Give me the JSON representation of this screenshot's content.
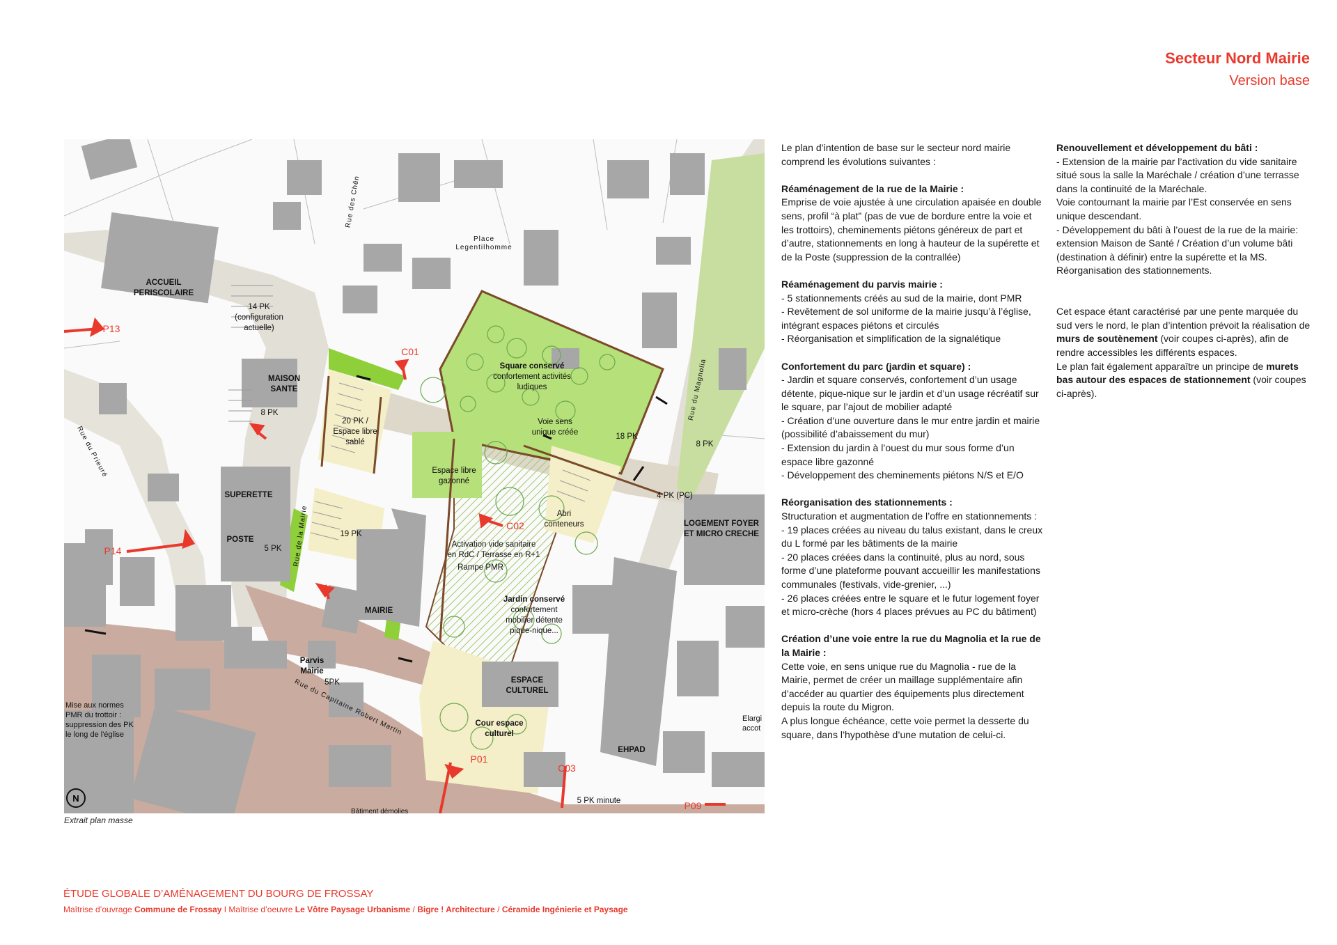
{
  "header": {
    "title": "Secteur Nord Mairie",
    "subtitle": "Version base"
  },
  "map": {
    "caption": "Extrait plan masse",
    "labels": {
      "accueil1": "ACCUEIL",
      "accueil2": "PERISCOLAIRE",
      "pk14": "14 PK",
      "pk14b": "(configuration",
      "pk14c": "actuelle)",
      "maison1": "MAISON",
      "maison2": "SANTE",
      "pk8a": "8 PK",
      "pk8b": "8 PK",
      "superette": "SUPERETTE",
      "poste": "POSTE",
      "pk5": "5 PK",
      "pk20a": "20 PK /",
      "pk20b": "Espace libre",
      "pk20c": "sablé",
      "pk19": "19 PK",
      "pk18": "18 PK",
      "square1": "Square conservé",
      "square2": "confortement activités",
      "square3": "ludiques",
      "voie1": "Voie sens",
      "voie2": "unique créée",
      "gazon1": "Espace libre",
      "gazon2": "gazonné",
      "abri1": "Abri",
      "abri2": "conteneurs",
      "activ1": "Activation vide sanitaire",
      "activ2": "en RdC / Terrasse en R+1",
      "rampe": "Rampe PMR",
      "jardin1": "Jardin conservé",
      "jardin2": "confortement",
      "jardin3": "mobilier détente",
      "jardin4": "pique-nique...",
      "mairie": "MAIRIE",
      "parvis1": "Parvis",
      "parvis2": "Mairie",
      "pk5b": "5PK",
      "espace1": "ESPACE",
      "espace2": "CULTUREL",
      "cour1": "Cour espace",
      "cour2": "culturel",
      "ehpad": "EHPAD",
      "logement1": "LOGEMENT FOYER",
      "logement2": "ET MICRO CRECHE",
      "pk4": "4 PK (PC)",
      "pk5min": "5 PK minute",
      "place1": "Place",
      "place2": "Legentilhomme",
      "rue_chen": "Rue des Chên",
      "rue_magnolia": "Rue du Magnolia",
      "rue_prieure": "Rue du Prieuré",
      "rue_mairie": "Rue de la Mairie",
      "rue_capitaine": "Rue du Capitaine Robert Martin",
      "mise1": "Mise aux normes",
      "mise2": "PMR du trottoir :",
      "mise3": "suppression des PK",
      "mise4": "le long de l'église",
      "elarg1": "Elargi",
      "elarg2": "accot",
      "bat": "Bâtiment démolies",
      "c01": "C01",
      "c02": "C02",
      "c03": "C03",
      "p01": "P01",
      "p13": "P13",
      "p14": "P14",
      "p09": "P09",
      "north": "N"
    }
  },
  "text": {
    "col1": [
      {
        "parts": [
          {
            "t": "Le plan d’intention de base sur le secteur nord mairie comprend les évolutions suivantes :"
          }
        ]
      },
      {
        "parts": [
          {
            "b": "Réaménagement de la rue de la Mairie :"
          },
          {
            "br": true
          },
          {
            "t": "Emprise de voie ajustée à une circulation apaisée en double sens, profil “à plat” (pas de vue de bordure entre la voie et les trottoirs), cheminements piétons généreux de part et d’autre, stationnements en long à hauteur de la supérette et de la Poste (suppression de la contrallée)"
          }
        ]
      },
      {
        "parts": [
          {
            "b": "Réaménagement du parvis mairie :"
          },
          {
            "br": true
          },
          {
            "t": "- 5 stationnements créés au sud de la mairie, dont PMR"
          },
          {
            "br": true
          },
          {
            "t": "- Revêtement de sol uniforme de la mairie jusqu’à l’église, intégrant espaces piétons et circulés"
          },
          {
            "br": true
          },
          {
            "t": "- Réorganisation et simplification de la signalétique"
          }
        ]
      },
      {
        "parts": [
          {
            "b": "Confortement du parc (jardin et square) :"
          },
          {
            "br": true
          },
          {
            "t": "- Jardin et square conservés, confortement d’un usage détente, pique-nique sur le jardin et d’un usage récréatif sur le square, par l’ajout de mobilier adapté"
          },
          {
            "br": true
          },
          {
            "t": "- Création d’une ouverture dans le mur entre jardin et mairie (possibilité d’abaissement du mur)"
          },
          {
            "br": true
          },
          {
            "t": "- Extension du jardin à l’ouest du mur sous forme d’un espace libre gazonné"
          },
          {
            "br": true
          },
          {
            "t": "- Développement des cheminements piétons N/S et E/O"
          }
        ]
      },
      {
        "parts": [
          {
            "b": "Réorganisation des stationnements :"
          },
          {
            "br": true
          },
          {
            "t": "Structuration et augmentation de l’offre en stationnements :"
          },
          {
            "br": true
          },
          {
            "t": "- 19 places créées au niveau du talus existant, dans le creux du L formé par les bâtiments de la mairie"
          },
          {
            "br": true
          },
          {
            "t": "- 20 places créées dans la continuité, plus au nord, sous forme d’une plateforme pouvant accueillir les manifestations communales (festivals, vide-grenier, ...)"
          },
          {
            "br": true
          },
          {
            "t": "- 26 places créées entre le square et le futur logement foyer et micro-crèche (hors 4 places prévues au PC du bâtiment)"
          }
        ]
      },
      {
        "parts": [
          {
            "b": "Création d’une voie entre la rue du Magnolia et la rue de la Mairie :"
          },
          {
            "br": true
          },
          {
            "t": "Cette voie, en sens unique rue du Magnolia - rue de la Mairie, permet de créer un maillage supplémentaire afin d’accéder au quartier des équipements plus directement depuis la route du Migron."
          },
          {
            "br": true
          },
          {
            "t": "A plus longue échéance, cette voie permet la desserte du square, dans l’hypothèse d’une mutation de celui-ci."
          }
        ]
      }
    ],
    "col2": [
      {
        "parts": [
          {
            "b": "Renouvellement et développement du bâti :"
          },
          {
            "br": true
          },
          {
            "t": "- Extension de la mairie par l’activation du vide sanitaire situé sous la salle la Maréchale / création d’une terrasse dans la continuité de la Maréchale."
          },
          {
            "br": true
          },
          {
            "t": "Voie contournant la mairie par l’Est conservée en sens unique descendant."
          },
          {
            "br": true
          },
          {
            "t": "- Développement du bâti à l’ouest de la rue de la mairie: extension Maison de Santé / Création d’un volume bâti (destination à définir) entre la supérette et la MS. Réorganisation des stationnements."
          }
        ]
      },
      {
        "parts": [
          {
            "br": true
          },
          {
            "t": "Cet espace étant caractérisé par une pente marquée du sud vers le nord, le plan d’intention prévoit la réalisation de "
          },
          {
            "b": "murs de soutènement"
          },
          {
            "t": " (voir coupes ci-après), afin de rendre accessibles les différents espaces."
          },
          {
            "br": true
          },
          {
            "t": "Le plan fait également apparaître un principe de "
          },
          {
            "b": "murets bas autour des espaces de stationnement"
          },
          {
            "t": " (voir coupes ci-après)."
          }
        ]
      }
    ]
  },
  "footer": {
    "title": "ÉTUDE GLOBALE D’AMÉNAGEMENT DU BOURG DE FROSSAY",
    "line": [
      {
        "t": "Maîtrise d’ouvrage "
      },
      {
        "b": "Commune de Frossay"
      },
      {
        "t": "  I  Maîtrise d’oeuvre "
      },
      {
        "b": "Le Vôtre Paysage Urbanisme"
      },
      {
        "t": "  /  "
      },
      {
        "b": "Bigre ! Architecture"
      },
      {
        "t": "  /  "
      },
      {
        "b": "Céramide Ingénierie et Paysage"
      }
    ]
  },
  "colors": {
    "accent": "#e8392c",
    "building": "#a7a7a7",
    "park": "#b6e07a",
    "road": "#ddd8ca",
    "plaza": "#c9ac9f",
    "sand": "#f4efc8"
  }
}
